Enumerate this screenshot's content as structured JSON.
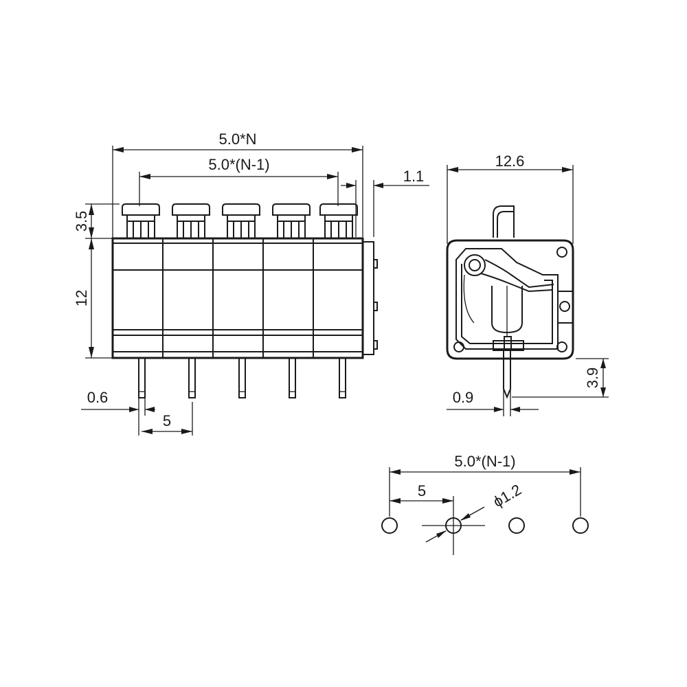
{
  "front_view": {
    "overall_width": "5.0*N",
    "pitch_span": "5.0*(N-1)",
    "end_offset": "1.1",
    "button_height": "3.5",
    "body_height": "12",
    "pin_width": "0.6",
    "pitch": "5"
  },
  "side_view": {
    "depth": "12.6",
    "pin_length": "3.9",
    "pin_width": "0.9"
  },
  "pcb_layout": {
    "hole_span": "5.0*(N-1)",
    "pitch": "5",
    "hole_diameter": "ϕ1.2"
  }
}
